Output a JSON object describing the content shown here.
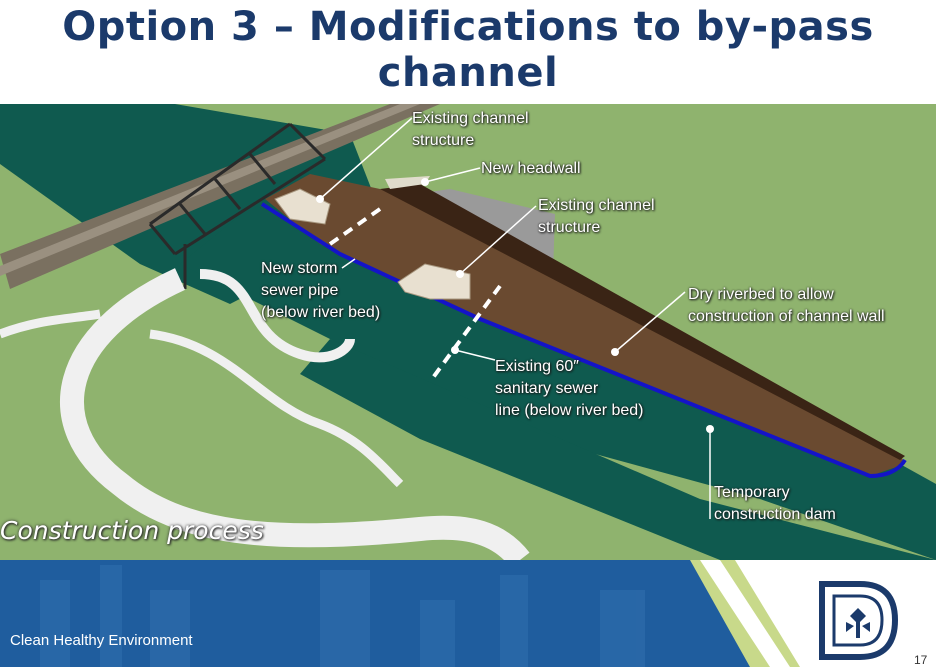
{
  "slide": {
    "title": "Option 3 – Modifications to by-pass channel",
    "page_number": "17"
  },
  "diagram": {
    "labels": {
      "existing_channel_structure_1": "Existing channel\nstructure",
      "new_headwall": "New headwall",
      "existing_channel_structure_2": "Existing channel\nstructure",
      "new_storm_sewer": "New storm\nsewer pipe\n(below river bed)",
      "dry_riverbed": "Dry riverbed to allow\nconstruction of channel wall",
      "existing_sanitary_sewer": "Existing 60″\nsanitary sewer\nline (below river bed)",
      "temporary_dam": "Temporary\nconstruction dam"
    },
    "caption": "Construction process",
    "colors": {
      "grass": "#8fb36e",
      "river": "#0f5a4f",
      "riverbed": "#6a4a30",
      "dam": "#1414c8",
      "concrete": "#9a9a9a",
      "path": "#f0f0f0"
    }
  },
  "footer": {
    "text": "Clean Healthy Environment",
    "colors": {
      "band": "#1f5d9e",
      "accent": "#c8d98a",
      "logo": "#1b3a6b"
    }
  }
}
